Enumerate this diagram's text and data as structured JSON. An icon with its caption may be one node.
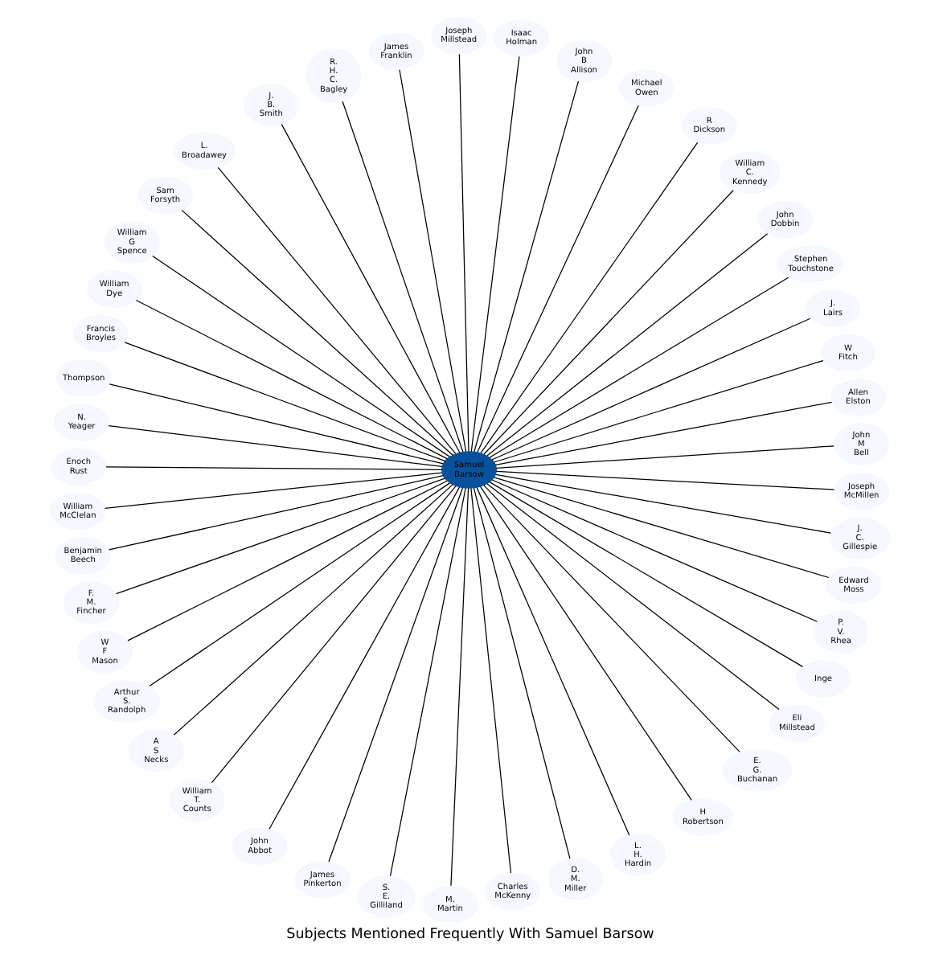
{
  "diagram": {
    "title": "Subjects Mentioned Frequently With Samuel Barsow",
    "nodes": [
      {
        "text": [
          "Samuel Barsow"
        ]
      },
      {
        "text": [
          "John M Bell"
        ]
      },
      {
        "text": [
          "Allen Elston"
        ]
      },
      {
        "text": [
          "W Fitch"
        ]
      },
      {
        "text": [
          "J. Lairs"
        ]
      },
      {
        "text": [
          "Stephen Touchstone"
        ]
      },
      {
        "text": [
          "John Dobbin"
        ]
      },
      {
        "text": [
          "William C. Kennedy"
        ]
      },
      {
        "text": [
          "R Dickson"
        ]
      },
      {
        "text": [
          "Michael Owen"
        ]
      },
      {
        "text": [
          "John B Allison"
        ]
      },
      {
        "text": [
          "Isaac Holman"
        ]
      },
      {
        "text": [
          "Joseph Millstead"
        ]
      },
      {
        "text": [
          "James Franklin"
        ]
      },
      {
        "text": [
          "R. H. C. Bagley"
        ]
      },
      {
        "text": [
          "J. B. Smith"
        ]
      },
      {
        "text": [
          "L. Broadawey"
        ]
      },
      {
        "text": [
          "Sam Forsyth"
        ]
      },
      {
        "text": [
          "William G Spence"
        ]
      },
      {
        "text": [
          "William Dye"
        ]
      },
      {
        "text": [
          "Francis Broyles"
        ]
      },
      {
        "text": [
          "Thompson"
        ]
      },
      {
        "text": [
          "N. Yeager"
        ]
      },
      {
        "text": [
          "Enoch Rust"
        ]
      },
      {
        "text": [
          "William McClelan"
        ]
      },
      {
        "text": [
          "Benjamin Beech"
        ]
      },
      {
        "text": [
          "F. M. Fincher"
        ]
      },
      {
        "text": [
          "W F Mason"
        ]
      },
      {
        "text": [
          "Arthur S. Randolph"
        ]
      },
      {
        "text": [
          "A S Necks"
        ]
      },
      {
        "text": [
          "William T. Counts"
        ]
      },
      {
        "text": [
          "John Abbot"
        ]
      },
      {
        "text": [
          "James Pinkerton"
        ]
      },
      {
        "text": [
          "S. E. Gilliland"
        ]
      },
      {
        "text": [
          "M. Martin"
        ]
      },
      {
        "text": [
          "Charles McKenny"
        ]
      },
      {
        "text": [
          "D. M. Miller"
        ]
      },
      {
        "text": [
          "L. H. Hardin"
        ]
      },
      {
        "text": [
          "H Robertson"
        ]
      },
      {
        "text": [
          "E. G. Buchanan"
        ]
      },
      {
        "text": [
          "Eli Millstead"
        ]
      },
      {
        "text": [
          "Inge"
        ]
      },
      {
        "text": [
          "P. V. Rhea"
        ]
      },
      {
        "text": [
          "Edward Moss"
        ]
      },
      {
        "text": [
          "J. C. Gillespie"
        ]
      },
      {
        "text": [
          "Joseph McMillen"
        ]
      }
    ],
    "edges": [
      {
        "from": 0,
        "to": 1,
        "arrow": "none"
      },
      {
        "from": 0,
        "to": 2,
        "arrow": "none"
      },
      {
        "from": 0,
        "to": 3,
        "arrow": "none"
      },
      {
        "from": 0,
        "to": 4,
        "arrow": "none"
      },
      {
        "from": 0,
        "to": 5,
        "arrow": "none"
      },
      {
        "from": 0,
        "to": 6,
        "arrow": "none"
      },
      {
        "from": 0,
        "to": 7,
        "arrow": "none"
      },
      {
        "from": 0,
        "to": 8,
        "arrow": "none"
      },
      {
        "from": 0,
        "to": 9,
        "arrow": "none"
      },
      {
        "from": 0,
        "to": 10,
        "arrow": "none"
      },
      {
        "from": 0,
        "to": 11,
        "arrow": "none"
      },
      {
        "from": 0,
        "to": 12,
        "arrow": "none"
      },
      {
        "from": 0,
        "to": 13,
        "arrow": "none"
      },
      {
        "from": 0,
        "to": 14,
        "arrow": "none"
      },
      {
        "from": 0,
        "to": 15,
        "arrow": "none"
      },
      {
        "from": 0,
        "to": 16,
        "arrow": "none"
      },
      {
        "from": 0,
        "to": 17,
        "arrow": "none"
      },
      {
        "from": 0,
        "to": 18,
        "arrow": "none"
      },
      {
        "from": 0,
        "to": 19,
        "arrow": "none"
      },
      {
        "from": 0,
        "to": 20,
        "arrow": "none"
      },
      {
        "from": 0,
        "to": 21,
        "arrow": "none"
      },
      {
        "from": 0,
        "to": 22,
        "arrow": "none"
      },
      {
        "from": 0,
        "to": 23,
        "arrow": "none"
      },
      {
        "from": 0,
        "to": 24,
        "arrow": "none"
      },
      {
        "from": 0,
        "to": 25,
        "arrow": "none"
      },
      {
        "from": 0,
        "to": 26,
        "arrow": "none"
      },
      {
        "from": 0,
        "to": 27,
        "arrow": "none"
      },
      {
        "from": 0,
        "to": 28,
        "arrow": "none"
      },
      {
        "from": 0,
        "to": 29,
        "arrow": "none"
      },
      {
        "from": 0,
        "to": 30,
        "arrow": "none"
      },
      {
        "from": 0,
        "to": 31,
        "arrow": "none"
      },
      {
        "from": 0,
        "to": 32,
        "arrow": "none"
      },
      {
        "from": 0,
        "to": 33,
        "arrow": "none"
      },
      {
        "from": 0,
        "to": 34,
        "arrow": "none"
      },
      {
        "from": 0,
        "to": 35,
        "arrow": "none"
      },
      {
        "from": 0,
        "to": 36,
        "arrow": "none"
      },
      {
        "from": 0,
        "to": 37,
        "arrow": "none"
      },
      {
        "from": 0,
        "to": 38,
        "arrow": "none"
      },
      {
        "from": 0,
        "to": 39,
        "arrow": "none"
      },
      {
        "from": 0,
        "to": 40,
        "arrow": "none"
      },
      {
        "from": 0,
        "to": 41,
        "arrow": "none"
      },
      {
        "from": 0,
        "to": 42,
        "arrow": "none"
      },
      {
        "from": 0,
        "to": 43,
        "arrow": "none"
      },
      {
        "from": 0,
        "to": 44,
        "arrow": "none"
      },
      {
        "from": 0,
        "to": 45,
        "arrow": "none"
      }
    ]
  }
}
